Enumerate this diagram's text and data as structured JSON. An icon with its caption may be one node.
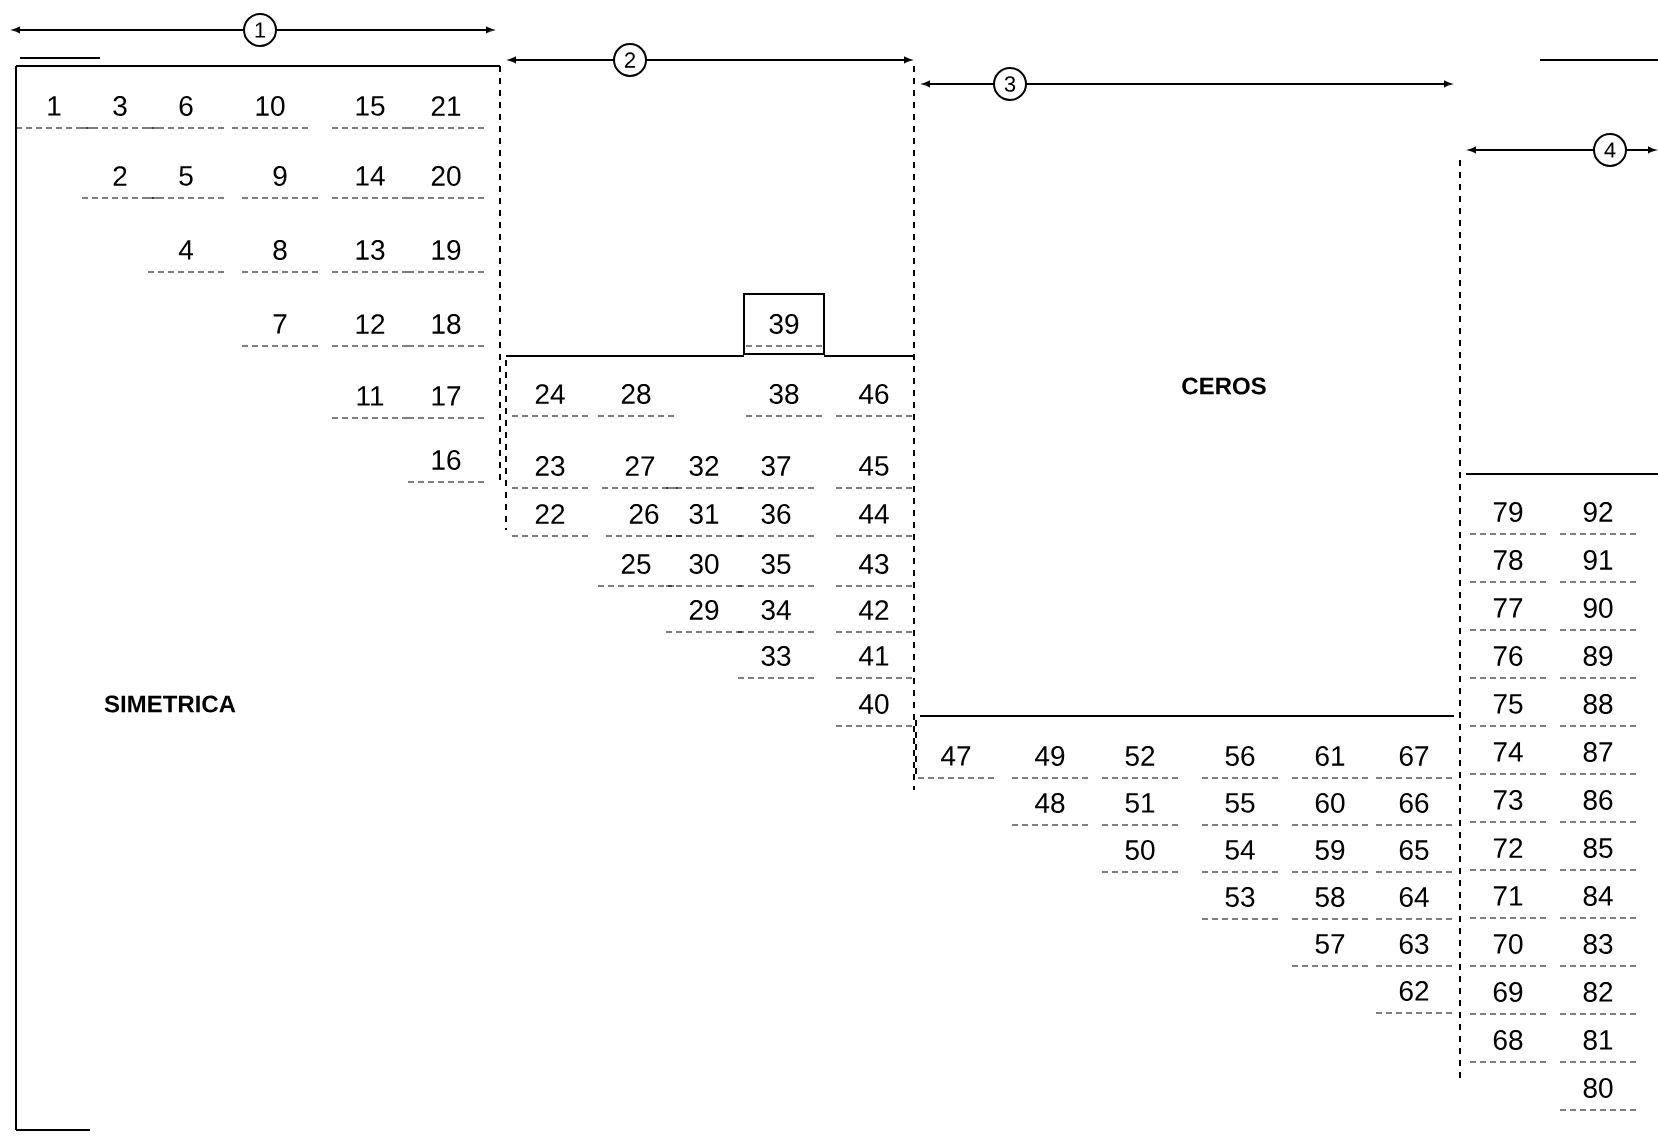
{
  "diagram": {
    "nodes": [
      {
        "text": [
          "1"
        ]
      },
      {
        "text": [
          "2"
        ]
      },
      {
        "text": [
          "3"
        ]
      },
      {
        "text": [
          "4"
        ]
      }
    ],
    "labels": [
      "1",
      "3",
      "6",
      "10",
      "15",
      "21",
      "2",
      "5",
      "9",
      "14",
      "20",
      "4",
      "8",
      "13",
      "19",
      "7",
      "12",
      "18",
      "11",
      "17",
      "16",
      "39",
      "24",
      "28",
      "38",
      "46",
      "23",
      "27",
      "32",
      "37",
      "45",
      "22",
      "26",
      "31",
      "36",
      "44",
      "25",
      "30",
      "35",
      "43",
      "29",
      "34",
      "42",
      "33",
      "41",
      "40",
      "47",
      "49",
      "52",
      "56",
      "61",
      "67",
      "48",
      "51",
      "55",
      "60",
      "66",
      "50",
      "54",
      "59",
      "65",
      "53",
      "58",
      "64",
      "57",
      "63",
      "62",
      "79",
      "92",
      "78",
      "91",
      "77",
      "90",
      "76",
      "89",
      "75",
      "88",
      "74",
      "87",
      "73",
      "86",
      "72",
      "85",
      "71",
      "84",
      "70",
      "83",
      "69",
      "82",
      "68",
      "81",
      "80",
      "SIMETRICA",
      "CEROS"
    ]
  }
}
